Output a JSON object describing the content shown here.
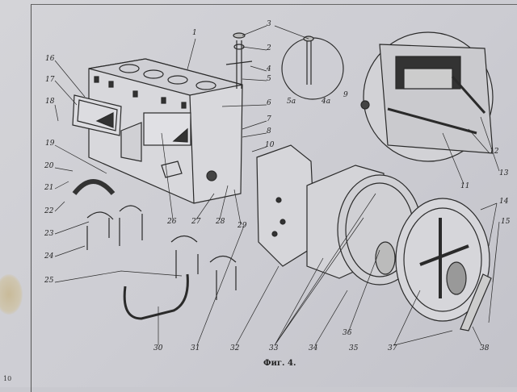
{
  "caption": "Фиг. 4.",
  "page_number": "10",
  "callouts": [
    "1",
    "2",
    "3",
    "4",
    "5",
    "5a",
    "4a",
    "6",
    "7",
    "8",
    "9",
    "10",
    "11",
    "12",
    "13",
    "14",
    "15",
    "16",
    "17",
    "18",
    "19",
    "20",
    "21",
    "22",
    "23",
    "24",
    "25",
    "26",
    "27",
    "28",
    "29",
    "30",
    "31",
    "32",
    "33",
    "34",
    "35",
    "36",
    "37",
    "38"
  ]
}
